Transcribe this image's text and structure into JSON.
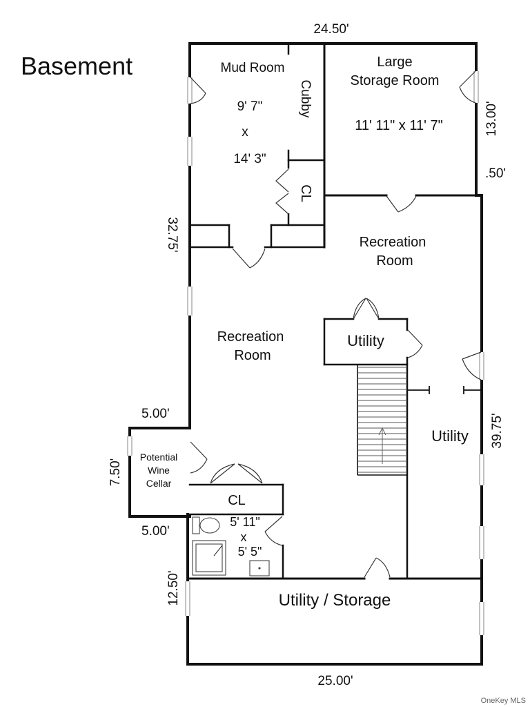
{
  "title": "Basement",
  "watermark": "OneKey MLS",
  "dimensions": {
    "top": "24.50'",
    "bottom": "25.00'",
    "right_upper": "13.00'",
    "right_gap": ".50'",
    "right_lower": "39.75'",
    "left_upper": "32.75'",
    "left_lower": "12.50'",
    "wine_top": "5.00'",
    "wine_side": "7.50'",
    "wine_bottom": "5.00'"
  },
  "rooms": {
    "mud_room": {
      "name": "Mud Room",
      "dim_w": "9' 7\"",
      "dim_x": "x",
      "dim_h": "14' 3\""
    },
    "cubby": {
      "name": "Cubby"
    },
    "closet_upper": {
      "name": "CL"
    },
    "large_storage": {
      "name_line1": "Large",
      "name_line2": "Storage Room",
      "dim": "11' 11\" x 11' 7\""
    },
    "recreation_upper": {
      "line1": "Recreation",
      "line2": "Room"
    },
    "recreation_main": {
      "line1": "Recreation",
      "line2": "Room"
    },
    "utility_center": {
      "name": "Utility"
    },
    "utility_right": {
      "name": "Utility"
    },
    "wine_cellar": {
      "line1": "Potential",
      "line2": "Wine",
      "line3": "Cellar"
    },
    "closet_lower": {
      "name": "CL"
    },
    "bath": {
      "dim_w": "5' 11\"",
      "dim_x": "x",
      "dim_h": "5' 5\""
    },
    "utility_storage": {
      "name": "Utility / Storage"
    }
  }
}
